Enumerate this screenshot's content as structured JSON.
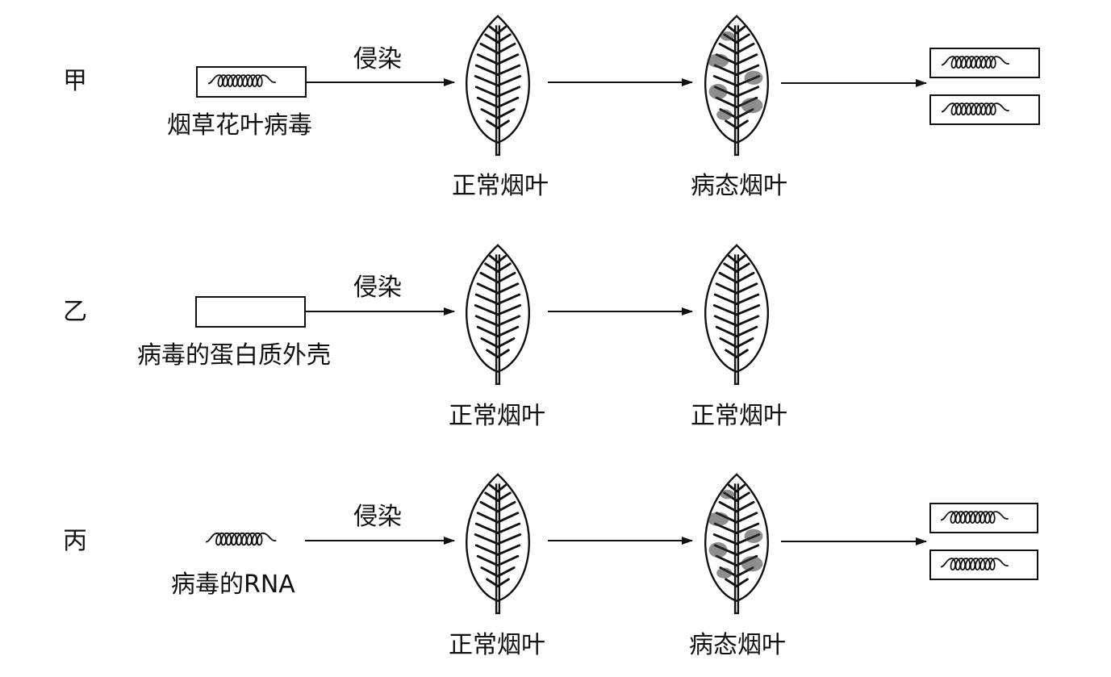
{
  "rows": [
    {
      "row_label": "甲",
      "source_label": "烟草花叶病毒",
      "infect_label": "侵染",
      "leaf1_label": "正常烟叶",
      "leaf2_label": "病态烟叶"
    },
    {
      "row_label": "乙",
      "source_label": "病毒的蛋白质外壳",
      "infect_label": "侵染",
      "leaf1_label": "正常烟叶",
      "leaf2_label": "正常烟叶"
    },
    {
      "row_label": "丙",
      "source_label": "病毒的RNA",
      "infect_label": "侵染",
      "leaf1_label": "正常烟叶",
      "leaf2_label": "病态烟叶"
    }
  ]
}
